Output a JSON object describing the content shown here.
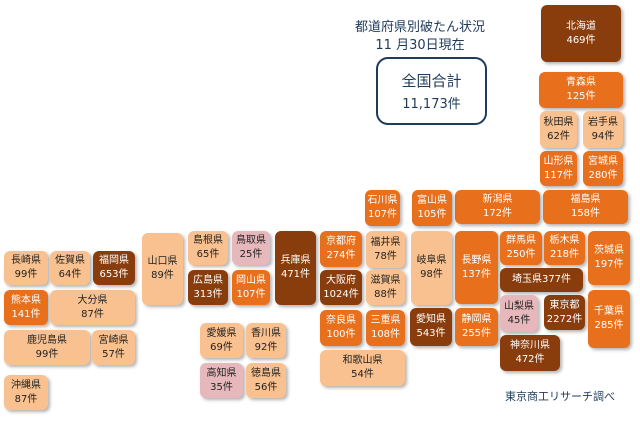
{
  "title": "都道府県別破たん状況",
  "date": "11 月30日現在",
  "total": {
    "label": "全国合計",
    "value": "11,173件"
  },
  "credit": "東京商工リサーチ調べ",
  "colors": {
    "300+": "#8a3d0c",
    "100-299": "#e8701c",
    "50-99": "#f9c18f",
    "under50": "#e6b8bb"
  },
  "prefectures": [
    {
      "name": "北海道",
      "count": "469件",
      "tier": 4
    },
    {
      "name": "青森県",
      "count": "125件",
      "tier": 3
    },
    {
      "name": "秋田県",
      "count": "62件",
      "tier": 2
    },
    {
      "name": "岩手県",
      "count": "94件",
      "tier": 2
    },
    {
      "name": "山形県",
      "count": "117件",
      "tier": 3
    },
    {
      "name": "宮城県",
      "count": "280件",
      "tier": 3
    },
    {
      "name": "新潟県",
      "count": "172件",
      "tier": 3
    },
    {
      "name": "福島県",
      "count": "158件",
      "tier": 3
    },
    {
      "name": "石川県",
      "count": "107件",
      "tier": 3
    },
    {
      "name": "富山県",
      "count": "105件",
      "tier": 3
    },
    {
      "name": "京都府",
      "count": "274件",
      "tier": 3
    },
    {
      "name": "福井県",
      "count": "78件",
      "tier": 2
    },
    {
      "name": "岐阜県",
      "count": "98件",
      "tier": 2
    },
    {
      "name": "長野県",
      "count": "137件",
      "tier": 3
    },
    {
      "name": "群馬県",
      "count": "250件",
      "tier": 3
    },
    {
      "name": "栃木県",
      "count": "218件",
      "tier": 3
    },
    {
      "name": "茨城県",
      "count": "197件",
      "tier": 3
    },
    {
      "name": "大阪府",
      "count": "1024件",
      "tier": 4
    },
    {
      "name": "滋賀県",
      "count": "88件",
      "tier": 2
    },
    {
      "name": "埼玉県",
      "count": "377件",
      "tier": 4
    },
    {
      "name": "奈良県",
      "count": "100件",
      "tier": 3
    },
    {
      "name": "三重県",
      "count": "108件",
      "tier": 3
    },
    {
      "name": "愛知県",
      "count": "543件",
      "tier": 4
    },
    {
      "name": "静岡県",
      "count": "255件",
      "tier": 3
    },
    {
      "name": "山梨県",
      "count": "45件",
      "tier": 1
    },
    {
      "name": "東京都",
      "count": "2272件",
      "tier": 4
    },
    {
      "name": "千葉県",
      "count": "285件",
      "tier": 3
    },
    {
      "name": "神奈川県",
      "count": "472件",
      "tier": 4
    },
    {
      "name": "和歌山県",
      "count": "54件",
      "tier": 2
    },
    {
      "name": "島根県",
      "count": "65件",
      "tier": 2
    },
    {
      "name": "鳥取県",
      "count": "25件",
      "tier": 1
    },
    {
      "name": "兵庫県",
      "count": "471件",
      "tier": 4
    },
    {
      "name": "広島県",
      "count": "313件",
      "tier": 4
    },
    {
      "name": "岡山県",
      "count": "107件",
      "tier": 3
    },
    {
      "name": "山口県",
      "count": "89件",
      "tier": 2
    },
    {
      "name": "長崎県",
      "count": "99件",
      "tier": 2
    },
    {
      "name": "佐賀県",
      "count": "64件",
      "tier": 2
    },
    {
      "name": "福岡県",
      "count": "653件",
      "tier": 4
    },
    {
      "name": "熊本県",
      "count": "141件",
      "tier": 3
    },
    {
      "name": "大分県",
      "count": "87件",
      "tier": 2
    },
    {
      "name": "鹿児島県",
      "count": "99件",
      "tier": 2
    },
    {
      "name": "宮崎県",
      "count": "57件",
      "tier": 2
    },
    {
      "name": "沖縄県",
      "count": "87件",
      "tier": 2
    },
    {
      "name": "愛媛県",
      "count": "69件",
      "tier": 2
    },
    {
      "name": "香川県",
      "count": "92件",
      "tier": 2
    },
    {
      "name": "高知県",
      "count": "35件",
      "tier": 1
    },
    {
      "name": "徳島県",
      "count": "56件",
      "tier": 2
    }
  ]
}
